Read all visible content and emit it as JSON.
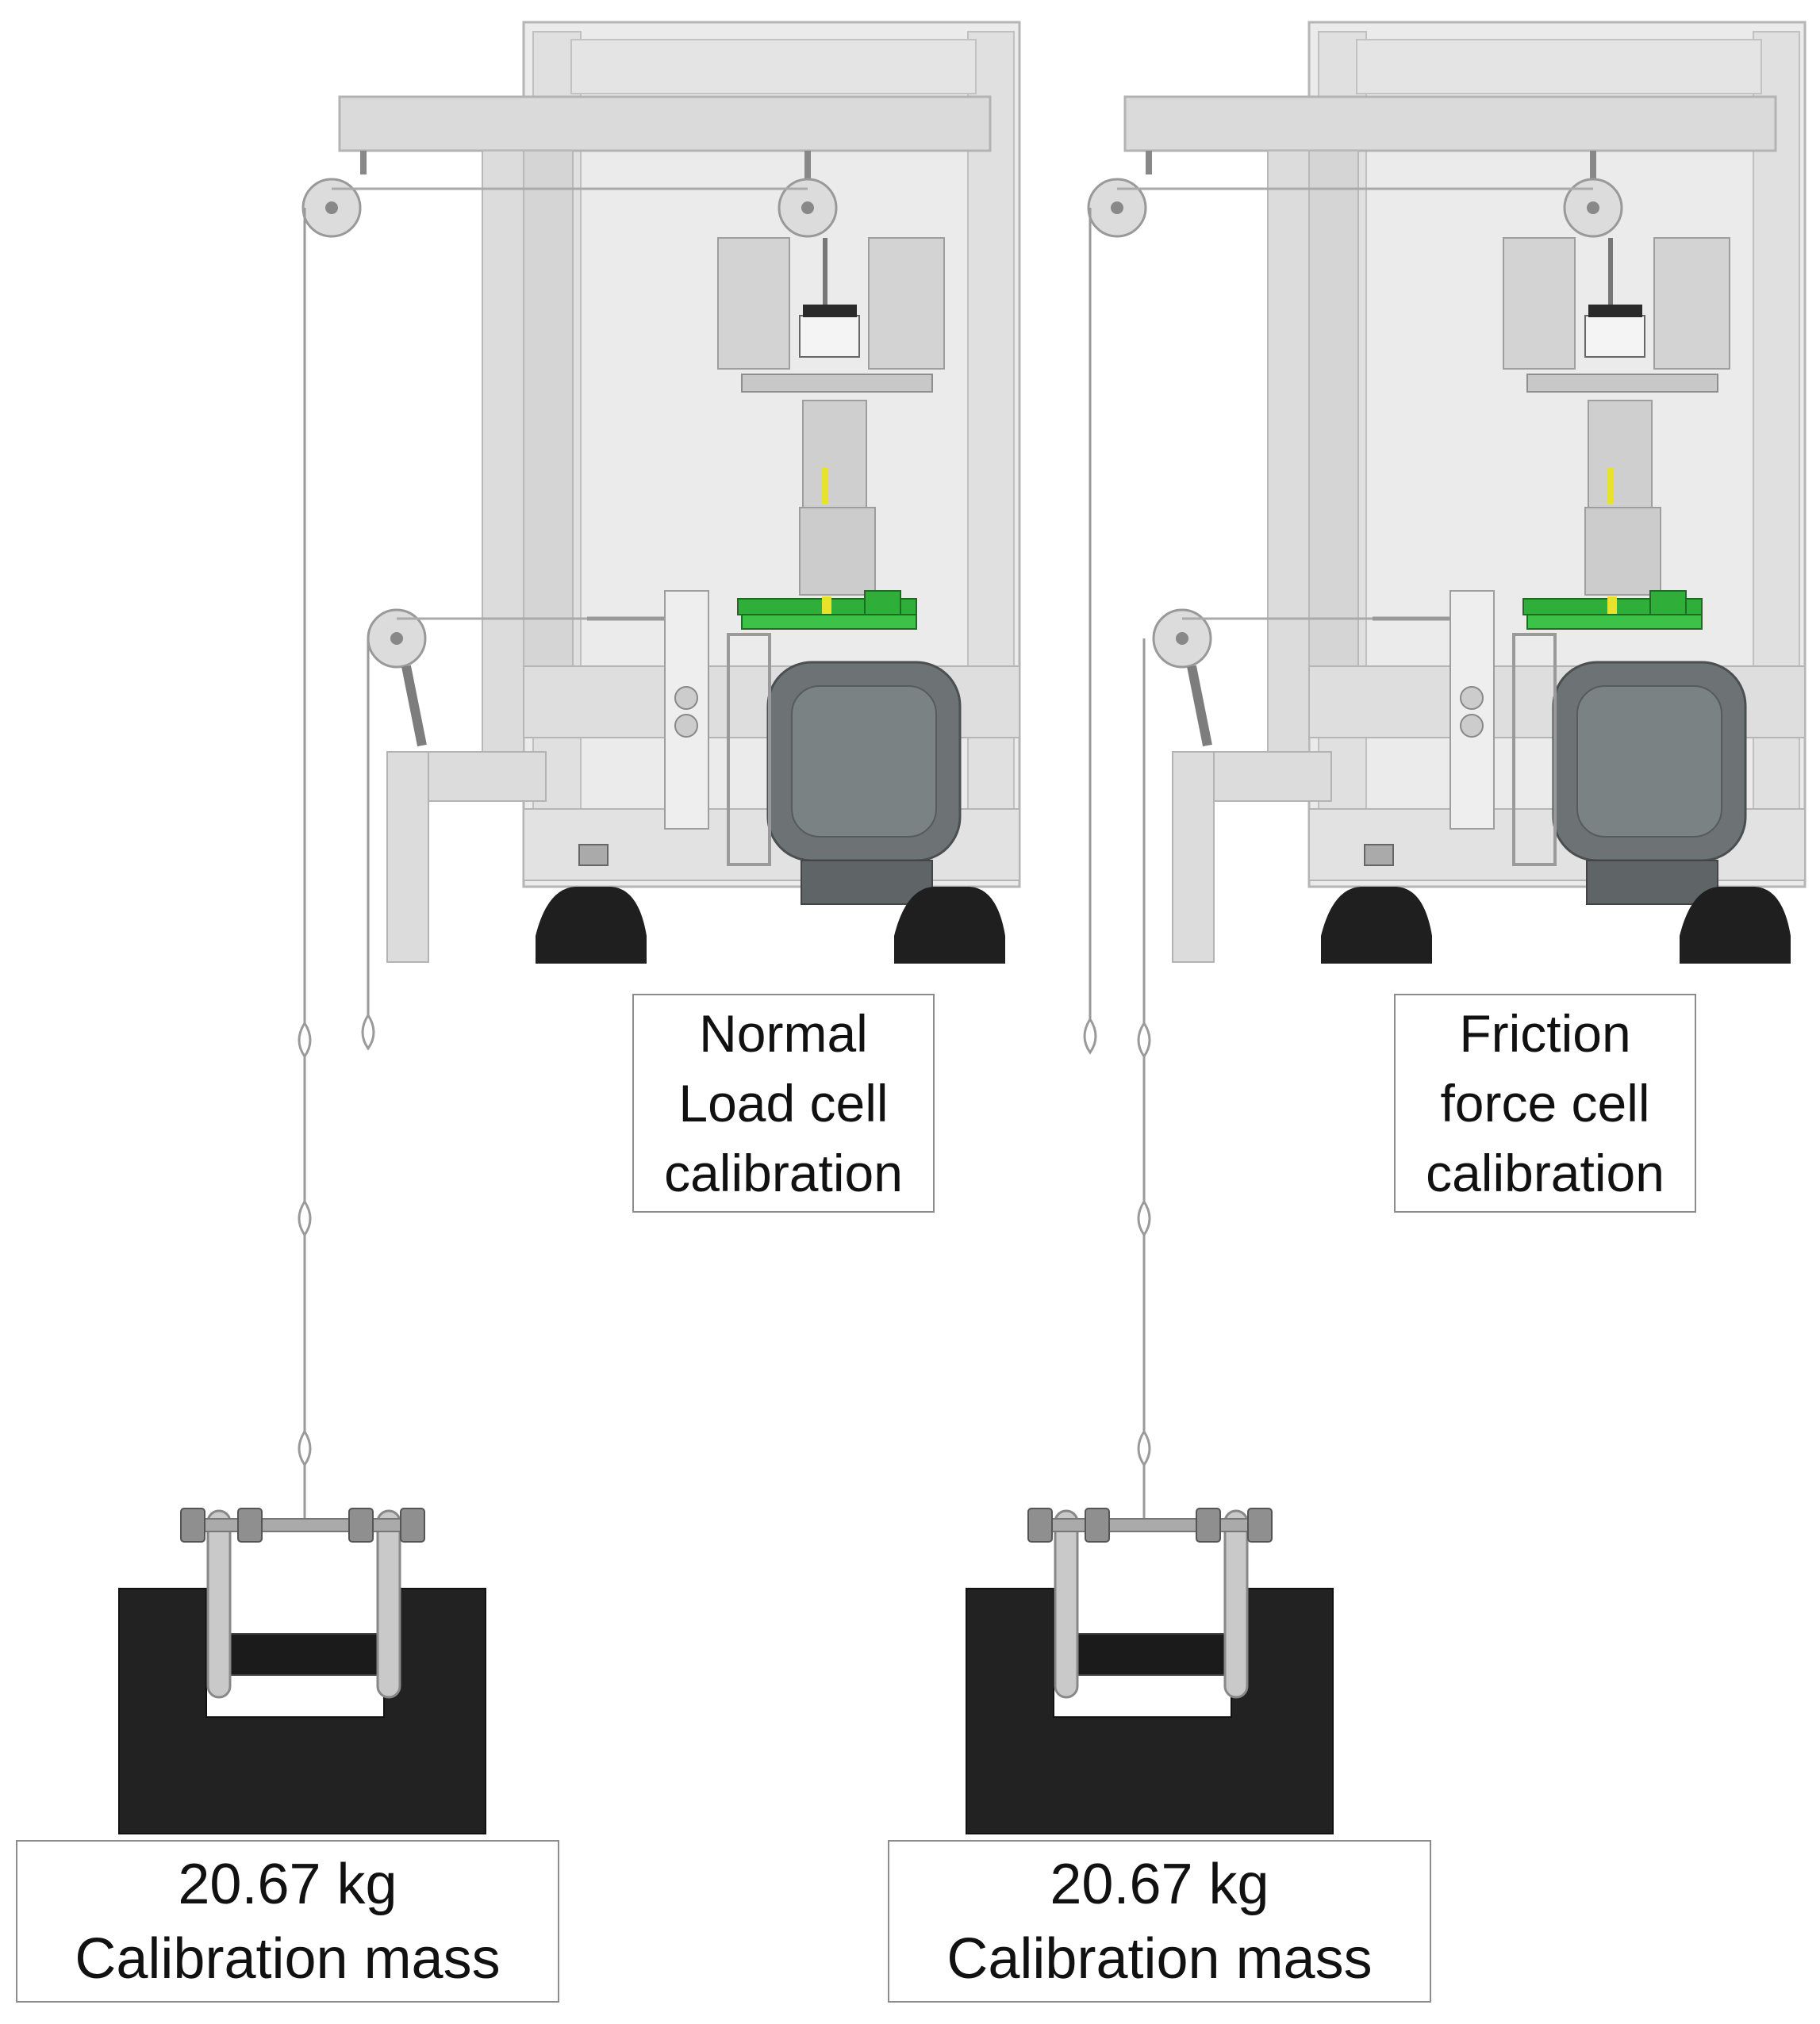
{
  "panels": [
    {
      "id": "normal",
      "label_lines": [
        "Normal",
        "Load cell",
        "calibration"
      ],
      "mass_value": "20.67 kg",
      "mass_caption": "Calibration mass"
    },
    {
      "id": "friction",
      "label_lines": [
        "Friction",
        "force cell",
        "calibration"
      ],
      "mass_value": "20.67 kg",
      "mass_caption": "Calibration mass"
    }
  ],
  "colors": {
    "frame": "#d8d8d8",
    "frame_dark": "#b8b8b8",
    "panel_bg": "#e9e9e9",
    "motor": "#6d7375",
    "pcb": "#2fae3a",
    "feet": "#1f1f1f",
    "weight": "#222222",
    "rope": "#9a9a9a",
    "sensor_yellow": "#e8e22a"
  }
}
